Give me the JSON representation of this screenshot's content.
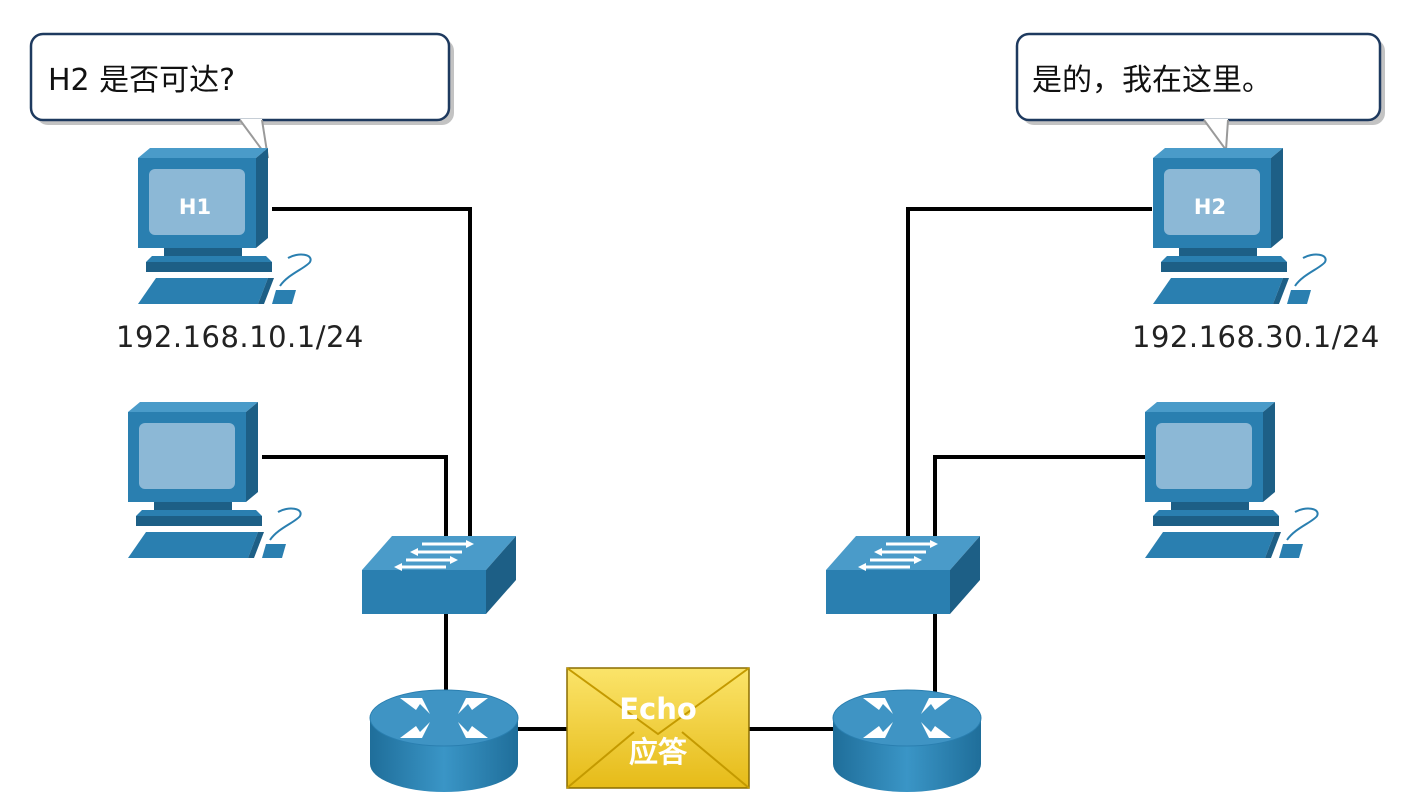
{
  "speech": {
    "h1_question": "H2 是否可达?",
    "h2_answer": "是的，我在这里。"
  },
  "hosts": {
    "h1": {
      "name": "H1",
      "ip": "192.168.10.1/24"
    },
    "h2": {
      "name": "H2",
      "ip": "192.168.30.1/24"
    }
  },
  "packet": {
    "line1": "Echo",
    "line2": "应答"
  },
  "colors": {
    "device_blue": "#2a7fb0",
    "device_dark": "#1d5f86",
    "screen": "#8cb8d6",
    "envelope": "#f5d23a",
    "cable": "#000000"
  },
  "icons": [
    "pc-icon",
    "switch-icon",
    "router-icon",
    "envelope-icon",
    "speech-bubble"
  ]
}
